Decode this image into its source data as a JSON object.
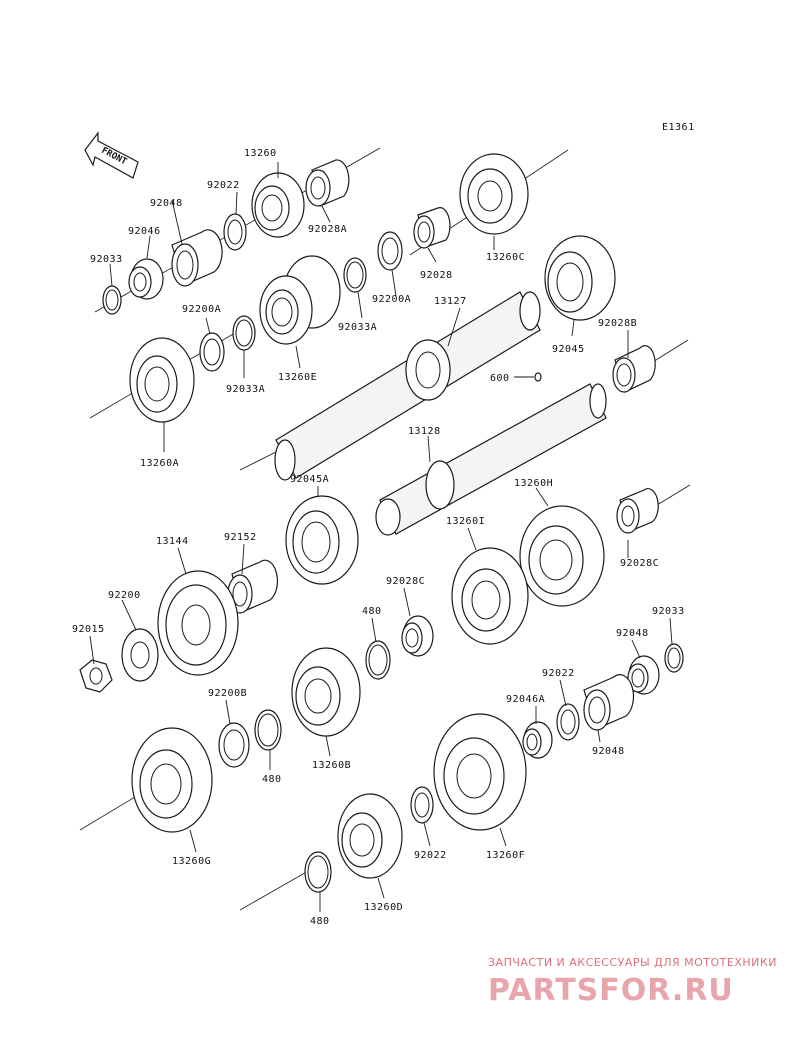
{
  "diagram_code": "E1361",
  "front_label": "FRONT",
  "watermark": {
    "tagline": "ЗАПЧАСТИ И АКСЕССУАРЫ ДЛЯ МОТОТЕХНИКИ",
    "brand": "PARTSFOR.RU"
  },
  "labels": [
    "13260",
    "92022",
    "92048",
    "92046",
    "92033",
    "92028A",
    "13260C",
    "92200A",
    "92033A",
    "92028",
    "92200A",
    "92033A",
    "13260E",
    "13127",
    "92045",
    "92028B",
    "600",
    "13260A",
    "13128",
    "92045A",
    "13260H",
    "13144",
    "92152",
    "13260I",
    "92028C",
    "92200",
    "480",
    "92015",
    "92022",
    "92046A",
    "92048",
    "92033",
    "92200B",
    "480",
    "13260B",
    "92028C",
    "13260G",
    "92022",
    "13260F",
    "13260D",
    "480",
    "92048"
  ]
}
